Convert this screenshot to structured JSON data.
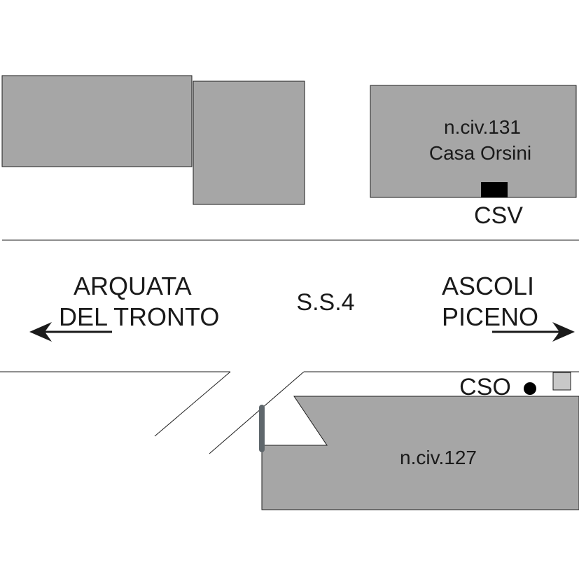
{
  "buildings": {
    "casa_orsini": {
      "number": "n.civ.131",
      "name": "Casa Orsini"
    },
    "civ_127": {
      "number": "n.civ.127"
    }
  },
  "markers": {
    "csv": {
      "label": "CSV"
    },
    "cso": {
      "label": "CSO"
    }
  },
  "road": {
    "name": "S.S.4"
  },
  "directions": {
    "west": {
      "line1": "ARQUATA",
      "line2_underlined": "DEL",
      "line2_rest": "TRONTO"
    },
    "east": {
      "line1": "ASCOLI",
      "line2_plain": "PIC",
      "line2_underlined": "ENO"
    }
  },
  "colors": {
    "building_fill": "#a6a6a6",
    "outline": "#1e1e1e",
    "gate_post": "#5f676c",
    "csv_box": "#000000",
    "small_square": "#c8c8c8"
  }
}
